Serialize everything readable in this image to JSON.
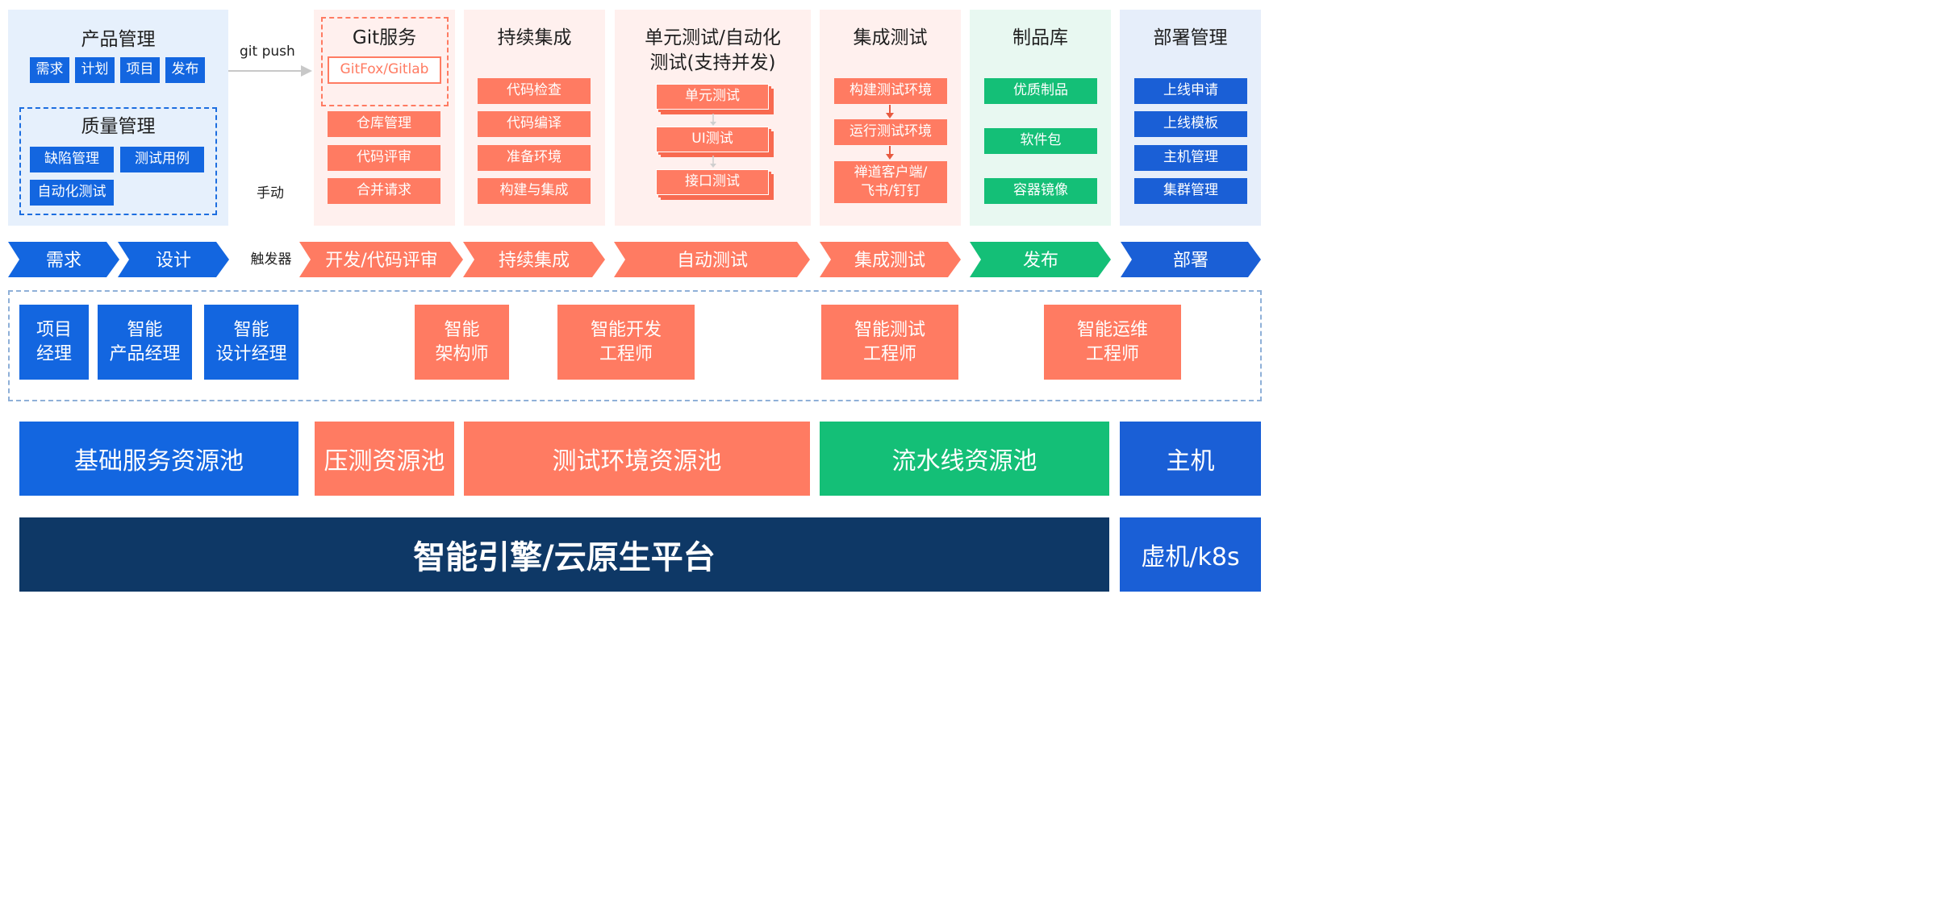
{
  "left_panel": {
    "product_title": "产品管理",
    "product_items": [
      "需求",
      "计划",
      "项目",
      "发布"
    ],
    "quality_title": "质量管理",
    "quality_items": [
      "缺陷管理",
      "测试用例",
      "自动化测试"
    ]
  },
  "git_push_label": "git push",
  "manual_label": "手动",
  "trigger_label": "触发器",
  "git_panel": {
    "title": "Git服务",
    "gitfox": "GitFox/Gitlab",
    "items": [
      "仓库管理",
      "代码评审",
      "合并请求"
    ]
  },
  "ci_panel": {
    "title": "持续集成",
    "items": [
      "代码检查",
      "代码编译",
      "准备环境",
      "构建与集成"
    ]
  },
  "test_panel": {
    "title_line1": "单元测试/自动化",
    "title_line2": "测试(支持并发)",
    "items": [
      "单元测试",
      "UI测试",
      "接口测试"
    ]
  },
  "integration_panel": {
    "title": "集成测试",
    "items": [
      "构建测试环境",
      "运行测试环境",
      "禅道客户端/\n飞书/钉钉"
    ]
  },
  "artifact_panel": {
    "title": "制品库",
    "items": [
      "优质制品",
      "软件包",
      "容器镜像"
    ]
  },
  "deploy_panel": {
    "title": "部署管理",
    "items": [
      "上线申请",
      "上线模板",
      "主机管理",
      "集群管理"
    ]
  },
  "stages": [
    "需求",
    "设计",
    "开发/代码评审",
    "持续集成",
    "自动测试",
    "集成测试",
    "发布",
    "部署"
  ],
  "roles": [
    "项目\n经理",
    "智能\n产品经理",
    "智能\n设计经理",
    "智能\n架构师",
    "智能开发\n工程师",
    "智能测试\n工程师",
    "智能运维\n工程师"
  ],
  "pools": [
    "基础服务资源池",
    "压测资源池",
    "测试环境资源池",
    "流水线资源池",
    "主机"
  ],
  "platform": "智能引擎/云原生平台",
  "vm": "虚机/k8s",
  "colors": {
    "blue": "#1366e0",
    "orange": "#ff7b62",
    "green": "#14bf77",
    "navy": "#0e3866"
  }
}
